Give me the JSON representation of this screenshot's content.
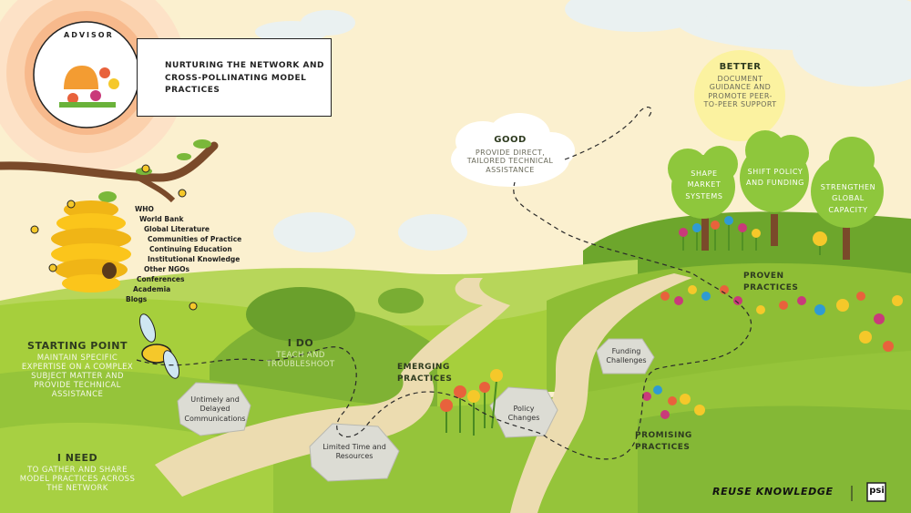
{
  "advisor": {
    "badge": "ADVISOR",
    "title": "NURTURING THE NETWORK AND CROSS-POLLINATING MODEL PRACTICES"
  },
  "knowledge_sources": [
    "WHO",
    "World Bank",
    "Global Literature",
    "Communities of Practice",
    "Continuing Education",
    "Institutional Knowledge",
    "Other NGOs",
    "Conferences",
    "Academia",
    "Blogs"
  ],
  "starting_point": {
    "title": "STARTING POINT",
    "text": "MAINTAIN SPECIFIC EXPERTISE ON A COMPLEX SUBJECT MATTER AND PROVIDE TECHNICAL ASSISTANCE"
  },
  "i_need": {
    "title": "I NEED",
    "text": "TO GATHER AND SHARE MODEL PRACTICES ACROSS THE NETWORK"
  },
  "i_do": {
    "title": "I DO",
    "text": "TEACH AND TROUBLESHOOT"
  },
  "good": {
    "title": "GOOD",
    "text": "PROVIDE DIRECT, TAILORED TECHNICAL ASSISTANCE"
  },
  "better": {
    "title": "BETTER",
    "text": "DOCUMENT GUIDANCE AND PROMOTE PEER-TO-PEER SUPPORT"
  },
  "stages": {
    "emerging": "EMERGING PRACTICES",
    "promising": "PROMISING PRACTICES",
    "proven": "PROVEN PRACTICES"
  },
  "obstacles": {
    "untimely": "Untimely and Delayed Communications",
    "limited_time": "Limited Time and Resources",
    "policy": "Policy Changes",
    "funding": "Funding Challenges"
  },
  "trees": {
    "shape": "SHAPE MARKET SYSTEMS",
    "shift": "SHIFT POLICY AND FUNDING",
    "strengthen": "STRENGTHEN GLOBAL CAPACITY"
  },
  "footer": {
    "tagline": "REUSE KNOWLEDGE",
    "logo": "psi"
  },
  "colors": {
    "sky": "#fbf0cf",
    "grass_light": "#a6cf3c",
    "grass_dark": "#6da62c",
    "path": "#ecdcb0",
    "hive": "#fbc51b",
    "sun": "#f7b98c"
  }
}
